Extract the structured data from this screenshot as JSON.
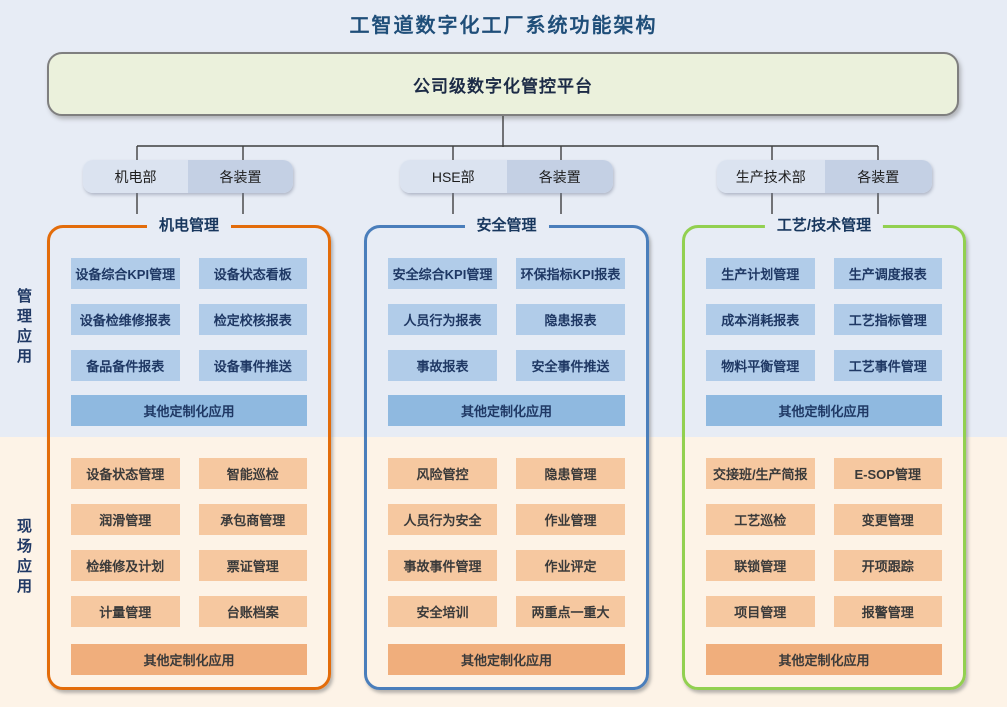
{
  "title": "工智道数字化工厂系统功能架构",
  "platform": {
    "label": "公司级数字化管控平台"
  },
  "side_labels": {
    "management": "管理应用",
    "field": "现场应用"
  },
  "columns": [
    {
      "id": "mechanical",
      "accent": "#e36c0a",
      "dept_tabs": [
        "机电部",
        "各装置"
      ],
      "title": "机电管理",
      "management_apps": [
        "设备综合KPI管理",
        "设备状态看板",
        "设备检维修报表",
        "检定校核报表",
        "备品备件报表",
        "设备事件推送"
      ],
      "management_wide": "其他定制化应用",
      "field_apps": [
        "设备状态管理",
        "智能巡检",
        "润滑管理",
        "承包商管理",
        "检维修及计划",
        "票证管理",
        "计量管理",
        "台账档案"
      ],
      "field_wide": "其他定制化应用"
    },
    {
      "id": "safety",
      "accent": "#4a7ebb",
      "dept_tabs": [
        "HSE部",
        "各装置"
      ],
      "title": "安全管理",
      "management_apps": [
        "安全综合KPI管理",
        "环保指标KPI报表",
        "人员行为报表",
        "隐患报表",
        "事故报表",
        "安全事件推送"
      ],
      "management_wide": "其他定制化应用",
      "field_apps": [
        "风险管控",
        "隐患管理",
        "人员行为安全",
        "作业管理",
        "事故事件管理",
        "作业评定",
        "安全培训",
        "两重点一重大"
      ],
      "field_wide": "其他定制化应用"
    },
    {
      "id": "process",
      "accent": "#92d050",
      "dept_tabs": [
        "生产技术部",
        "各装置"
      ],
      "title": "工艺/技术管理",
      "management_apps": [
        "生产计划管理",
        "生产调度报表",
        "成本消耗报表",
        "工艺指标管理",
        "物料平衡管理",
        "工艺事件管理"
      ],
      "management_wide": "其他定制化应用",
      "field_apps": [
        "交接班/生产简报",
        "E-SOP管理",
        "工艺巡检",
        "变更管理",
        "联锁管理",
        "开项跟踪",
        "项目管理",
        "报警管理"
      ],
      "field_wide": "其他定制化应用"
    }
  ],
  "colors": {
    "bg_top": "#e7ecf5",
    "bg_bottom": "#fdf3e7",
    "platform_bg": "#ebf1dc",
    "platform_border": "#7f7f7f",
    "tab_left": "#dbe3f0",
    "tab_right": "#c4d0e4",
    "blue_box": "#b1cce9",
    "blue_wide": "#8fb9e0",
    "blue_text": "#1f3864",
    "orange_box": "#f6c8a0",
    "orange_wide": "#f0ae7c",
    "orange_text": "#3a3a3a",
    "title_text": "#1f4e79",
    "line": "#3f3f3f"
  }
}
